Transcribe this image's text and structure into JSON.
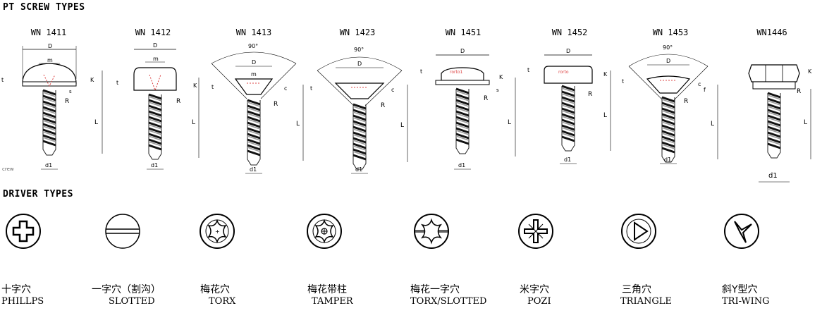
{
  "titles": {
    "screws": "PT SCREW TYPES",
    "drivers": "DRIVER TYPES"
  },
  "screws": [
    {
      "code": "WN 1411",
      "head": "pan"
    },
    {
      "code": "WN 1412",
      "head": "cheese"
    },
    {
      "code": "WN 1413",
      "head": "countersunk",
      "angle": "90°"
    },
    {
      "code": "WN 1423",
      "head": "countersunk",
      "angle": "90°"
    },
    {
      "code": "WN 1451",
      "head": "pan-flange"
    },
    {
      "code": "WN 1452",
      "head": "cheese-flange"
    },
    {
      "code": "WN 1453",
      "head": "raised-countersunk",
      "angle": "90°"
    },
    {
      "code": "WN1446",
      "head": "hex"
    }
  ],
  "dimension_labels": {
    "D": "D",
    "m": "m",
    "t": "t",
    "K": "K",
    "s": "s",
    "R": "R",
    "L": "L",
    "d1": "d1",
    "c": "c",
    "f": "f"
  },
  "note": "crew",
  "drivers": [
    {
      "zh": "十字穴",
      "en": "PHILLPS",
      "icon": "phillips-icon"
    },
    {
      "zh": "一字穴（割沟）",
      "en": "SLOTTED",
      "icon": "slotted-icon"
    },
    {
      "zh": "梅花穴",
      "en": "TORX",
      "icon": "torx-icon"
    },
    {
      "zh": "梅花带柱",
      "en": "TAMPER",
      "icon": "tamper-icon"
    },
    {
      "zh": "梅花一字穴",
      "en": "TORX/SLOTTED",
      "icon": "torx-slotted-icon"
    },
    {
      "zh": "米字穴",
      "en": "POZI",
      "icon": "pozi-icon"
    },
    {
      "zh": "三角穴",
      "en": "TRIANGLE",
      "icon": "triangle-icon"
    },
    {
      "zh": "斜Y型穴",
      "en": "TRI-WING",
      "icon": "tri-wing-icon"
    }
  ]
}
